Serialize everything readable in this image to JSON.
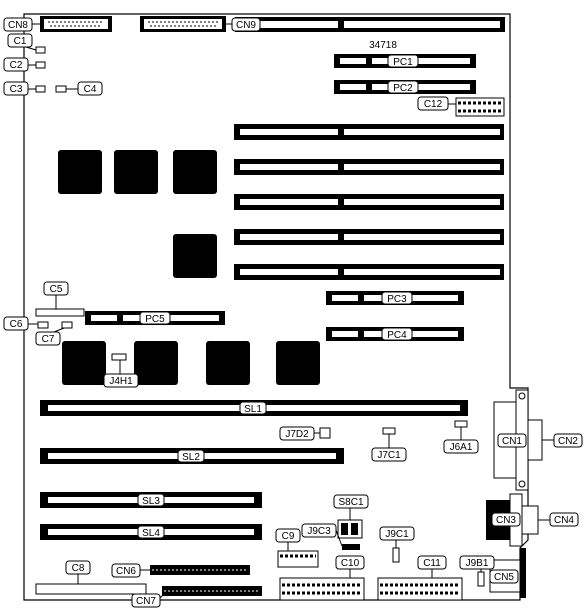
{
  "board_number": "34718",
  "labels": {
    "CN8": "CN8",
    "CN9": "CN9",
    "C1": "C1",
    "C2": "C2",
    "C3": "C3",
    "C4": "C4",
    "PC1": "PC1",
    "PC2": "PC2",
    "C12": "C12",
    "PC3": "PC3",
    "PC4": "PC4",
    "PC5": "PC5",
    "C5": "C5",
    "C6": "C6",
    "C7": "C7",
    "J4H1": "J4H1",
    "SL1": "SL1",
    "SL2": "SL2",
    "SL3": "SL3",
    "SL4": "SL4",
    "J7D2": "J7D2",
    "J7C1": "J7C1",
    "J6A1": "J6A1",
    "CN1": "CN1",
    "CN2": "CN2",
    "CN3": "CN3",
    "CN4": "CN4",
    "CN5": "CN5",
    "S8C1": "S8C1",
    "J9C3": "J9C3",
    "J9C1": "J9C1",
    "J9B1": "J9B1",
    "C9": "C9",
    "C10": "C10",
    "C11": "C11",
    "C8": "C8",
    "CN6": "CN6",
    "CN7": "CN7"
  }
}
